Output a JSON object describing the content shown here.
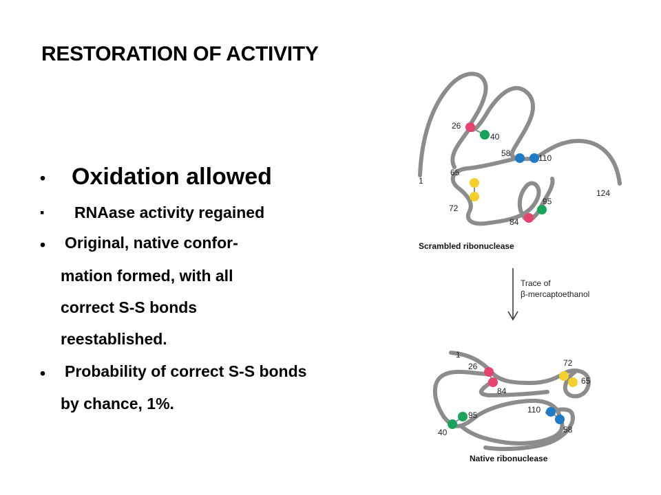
{
  "slide": {
    "title": "RESTORATION OF ACTIVITY",
    "bullets": [
      {
        "marker": "•",
        "text": "Oxidation allowed"
      },
      {
        "marker": "▪",
        "text": "RNAase activity regained"
      },
      {
        "marker": "•",
        "text": "Original, native confor-"
      },
      {
        "marker": "",
        "text": "mation formed, with all"
      },
      {
        "marker": "",
        "text": "correct S-S bonds"
      },
      {
        "marker": "",
        "text": "reestablished."
      },
      {
        "marker": "•",
        "text": "Probability of correct S-S bonds"
      },
      {
        "marker": "",
        "text": "by chance, 1%."
      }
    ]
  },
  "figure": {
    "scrambled_caption": "Scrambled ribonuclease",
    "arrow_label_1": "Trace of",
    "arrow_label_2": "β-mercaptoethanol",
    "native_caption": "Native ribonuclease",
    "scrambled_labels": {
      "n1": "1",
      "n26": "26",
      "n40": "40",
      "n58": "58",
      "n110": "110",
      "n65": "65",
      "n72": "72",
      "n95": "95",
      "n84": "84",
      "n124": "124"
    },
    "native_labels": {
      "n1": "1",
      "n26": "26",
      "n84": "84",
      "n72": "72",
      "n65": "65",
      "n110": "110",
      "n58": "58",
      "n95": "95",
      "n40": "40"
    },
    "colors": {
      "chain": "#8c8c8c",
      "pink": "#e8426e",
      "green": "#1aa35a",
      "blue": "#1f7ac8",
      "yellow": "#f2cf2a"
    }
  }
}
